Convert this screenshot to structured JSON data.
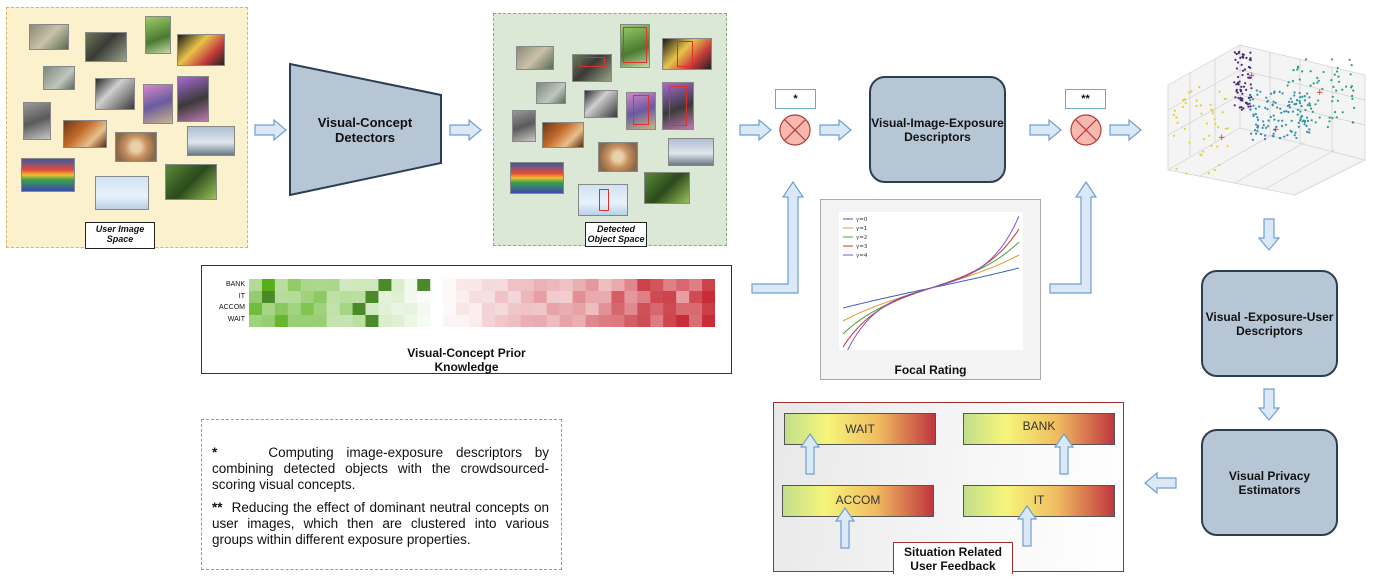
{
  "user_space": {
    "caption": "User Image Space"
  },
  "detectors": {
    "label": "Visual-Concept Detectors"
  },
  "detected_space": {
    "caption": "Detected Object Space"
  },
  "op1": {
    "marker": "*"
  },
  "op2": {
    "marker": "**"
  },
  "exposure_desc": {
    "label": "Visual-Image-Exposure Descriptors"
  },
  "user_desc": {
    "label": "Visual -Exposure-User Descriptors"
  },
  "estimators": {
    "label": "Visual Privacy Estimators"
  },
  "prior": {
    "title_line1": "Visual-Concept Prior",
    "title_line2": "Knowledge",
    "rows": [
      "BANK",
      "IT",
      "ACCOM",
      "WAIT"
    ]
  },
  "focal": {
    "title": "Focal Rating",
    "legend": [
      "γ=0",
      "γ=1",
      "γ=2",
      "γ=3",
      "γ=4"
    ],
    "colors": [
      "#3b5fc0",
      "#e69a2e",
      "#3ea53e",
      "#cc3333",
      "#8a55c8"
    ]
  },
  "notes": {
    "n1_marker": "*",
    "n1_text": "Computing image-exposure descriptors by combining detected objects with the crowdsourced-scoring visual concepts.",
    "n2_marker": "**",
    "n2_text": "Reducing the effect of dominant  neutral concepts on user images, which then are clustered into various groups within different exposure properties."
  },
  "feedback": {
    "caption_line1": "Situation Related",
    "caption_line2": "User Feedback",
    "bars": [
      "WAIT",
      "BANK",
      "ACCOM",
      "IT"
    ]
  }
}
